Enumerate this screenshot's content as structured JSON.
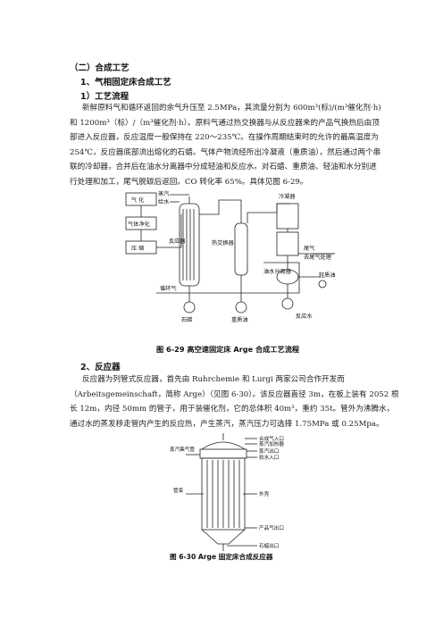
{
  "headings": {
    "h1": "（二）合成工艺",
    "h2": "1、气相固定床合成工艺",
    "h3": "1）工艺流程",
    "h4": "2、反应器"
  },
  "para1": {
    "l1": "新鲜原料气和循环返回的余气升压至 2.5MPa，其流量分别为 600m³(标)/(m³催化剂·h)",
    "l2": "和 1200m³（标）/（m³催化剂·h）。原料气通过热交换器与从反应器来的产品气换热后由顶",
    "l3": "部进入反应器，反应温度一般保持在 220～235℃。在操作周期结束时的允许的最高温度为",
    "l4": "254℃，反应器底部流出熔化的石蜡。气体产物流经所出冷凝液（重质油），然后通过两个串",
    "l5": "联的冷却器，合并后在油水分离器中分成轻油和反应水。对石蜡、重质油、轻油和水分别进",
    "l6": "行处理和加工，尾气脱碳后返回。CO 转化率 65%。具体见图 6-29。"
  },
  "figure1": {
    "caption": "图 6-29  高空速固定床 Arge 合成工艺流程",
    "labels": {
      "gasify": "气  化",
      "purify": "气体净化",
      "compress": "压  缩",
      "steam": "蒸汽",
      "feedwater": "给水",
      "reactor": "反应器",
      "heat_exchanger": "热交换器",
      "cooler": "冷凝器",
      "tail_gas": "尾气",
      "tailgas_treat": "去尾气处理",
      "recycle_gas": "循环气",
      "wax": "石蜡",
      "heavy_oil": "重质油",
      "oil_water_sep": "油水分离器",
      "light_oil": "轻质油",
      "reaction_water": "反应水"
    }
  },
  "para2": {
    "l1": "反应器为列管式反应器，首先由 Ruhrchemie 和 Lurgi 两家公司合作开发而",
    "l2": "（Arbeitsgemeinschaft，简称 Arge）（见图 6-30）。该反应器直径 3m，在板上装有 2052 根",
    "l3": "长 12m，内径 50mm 的管子，用于装催化剂，它的总体积 40m³，重约 35t。管外为沸腾水，",
    "l4": "通过水的蒸发移走管内产生的反应热，产生蒸汽，蒸汽压力可选择 1.75MPa 或 0.25Mpa。"
  },
  "figure2": {
    "caption": "图 6-30 Arge 固定床合成反应器",
    "labels": {
      "syngas_in": "合成气入口",
      "steam_gas_out": "蒸汽加热器",
      "steam_header": "蒸汽集气管",
      "steam_out": "蒸汽出口",
      "water_in": "软水入口",
      "tube": "管束",
      "shell": "外壳",
      "product_out": "产品气出口",
      "wax_out": "石蜡出口"
    }
  }
}
